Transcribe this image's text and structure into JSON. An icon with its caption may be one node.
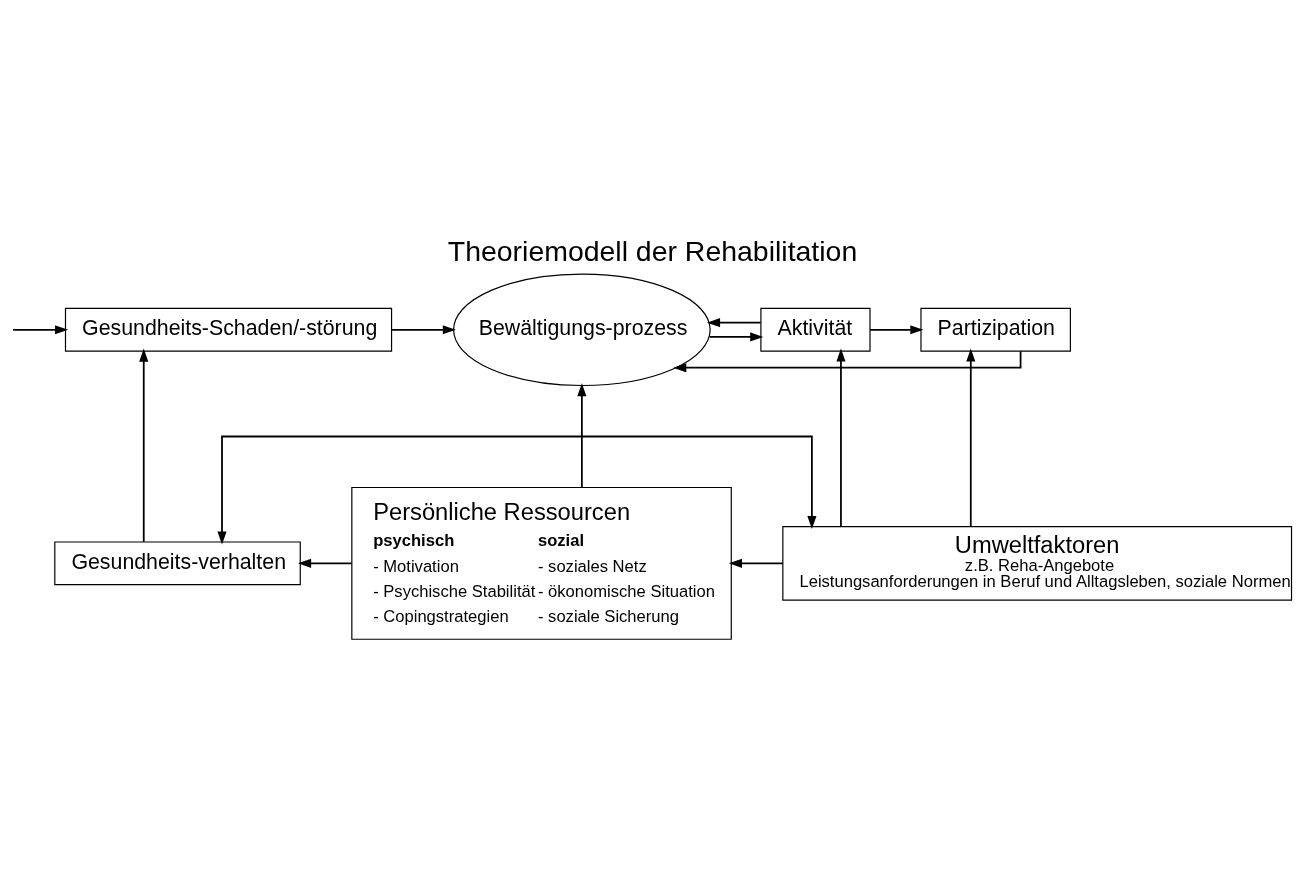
{
  "diagram": {
    "title": "Theoriemodell der Rehabilitation",
    "nodes": [
      {
        "text": [
          "Gesundheits-Schaden/-störung"
        ]
      },
      {
        "text": [
          "Bewältigungs-prozess"
        ]
      },
      {
        "text": [
          "Aktivität"
        ]
      },
      {
        "text": [
          "Partizipation"
        ]
      },
      {
        "text": [
          "Gesundheits-verhalten"
        ]
      },
      {
        "text": [
          "Persönliche Ressourcen",
          "psychisch",
          "- Motivation",
          "- Psychische Stabilität",
          "- Copingstrategien",
          "sozial",
          "- soziales Netz",
          "- ökonomische Situation",
          "- soziale Sicherung"
        ]
      },
      {
        "text": [
          "Umweltfaktoren",
          "z.B. Reha-Angebote",
          "Leistungsanforderungen in Beruf und Alltagsleben, soziale Normen"
        ]
      }
    ],
    "edges": [
      {
        "from": null,
        "to": 0,
        "arrow": "to"
      },
      {
        "from": 0,
        "to": 1,
        "arrow": "to"
      },
      {
        "from": 1,
        "to": 2,
        "arrow": "to"
      },
      {
        "from": 2,
        "to": 3,
        "arrow": "to"
      },
      {
        "from": 3,
        "to": 1,
        "arrow": "to"
      },
      {
        "from": 2,
        "to": 1,
        "arrow": "to"
      },
      {
        "from": 6,
        "to": 2,
        "arrow": "to"
      },
      {
        "from": 6,
        "to": 3,
        "arrow": "to"
      },
      {
        "from": 5,
        "to": 1,
        "arrow": "to"
      },
      {
        "from": 5,
        "to": 4,
        "arrow": "to"
      },
      {
        "from": 6,
        "to": 5,
        "arrow": "to"
      },
      {
        "from": 4,
        "to": 0,
        "arrow": "to"
      },
      {
        "from": 4,
        "to": 6,
        "arrow": "both"
      }
    ]
  }
}
